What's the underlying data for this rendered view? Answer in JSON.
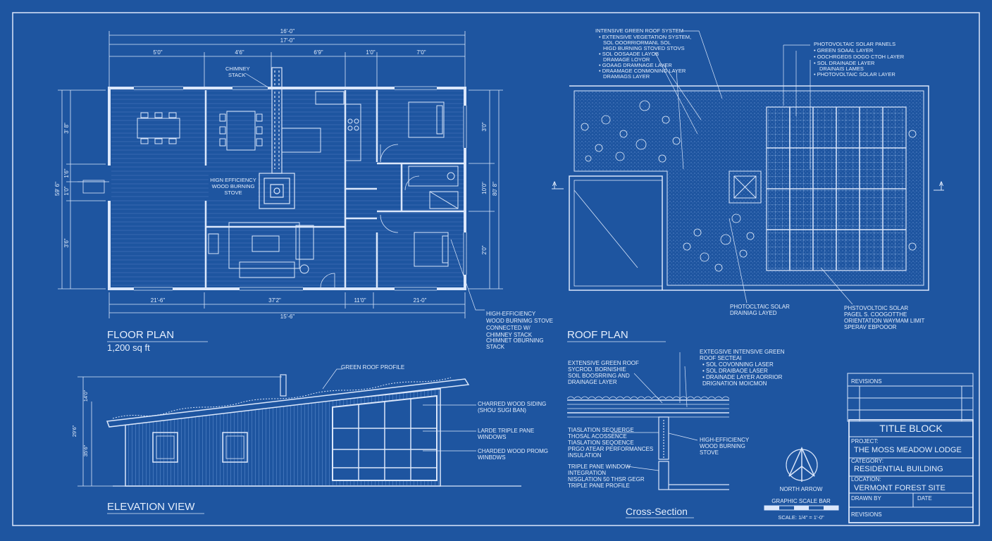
{
  "colors": {
    "background": "#1e55a0",
    "line": "#dbe7fb",
    "grid": "#3a6db3"
  },
  "floor_plan": {
    "title": "FLOOR PLAN",
    "area": "1,200 sq ft",
    "dim_overall_top": "16'-0\"",
    "dim_row2": "17'-0\"",
    "dims_top": [
      "5'0\"",
      "4'6\"",
      "6'9\"",
      "1'0\"",
      "7'0\""
    ],
    "dims_bottom": [
      "21'-6\"",
      "37'2\"",
      "11'0\"",
      "21-0\""
    ],
    "dim_overall_bottom": "15'-6\"",
    "dims_left": [
      "3' 8\"",
      "1'6\"",
      "1'0\"",
      "3'6\""
    ],
    "dim_left_outer": "59' 6\"",
    "dims_right": [
      "3'0\"",
      "10'0\"",
      "2'0\""
    ],
    "dim_right_outer": "80' 8\"",
    "label_chimney": [
      "CHIMNEY",
      "STACK"
    ],
    "label_stove": [
      "HIGN EFFICIENCY",
      "WOOD BURNING",
      "STOVE"
    ],
    "callout_stove": [
      "HIGH-EFFICIENCY",
      "WOOD BURNIMG STOVE",
      "CONNECTED W/",
      "CHIMNEY STACK",
      "CHIMNET OBURNING",
      "STACK"
    ]
  },
  "roof_plan": {
    "title": "ROOF PLAN",
    "label_a_left": "A",
    "label_a_right": "A",
    "callout_green_roof": [
      "INTENSIVE GREEN ROOF SYSTEM",
      "• EXTENSIVE VEGETATION SYSTEM,",
      "SOL OOORRIORMANL SOL",
      "HIGD BURNING STOVED STOVS",
      "• SOL OOSAADE LAYOB",
      "DRAMAGE LOYOR",
      "• GOAAG DRAMNAGE LAYER",
      "• DRAAMAGE CONMONING LAYER",
      "DRAMIAGS LAYER"
    ],
    "callout_solar": [
      "PHOTOVOLTAIC SOLAR PANELS",
      "• GREEN SOAAL LAYER",
      "• OOCHRGEDS DOGO CTOH LAYER",
      "• SOL DRAINADE LAYER",
      "DRAINAIS LAMES",
      "• PHOTOVOLTAIC SOLAR LAYER"
    ],
    "callout_bottom_left": [
      "PHOTOCLTAIC SOLAR",
      "DRAINIAG LAYED"
    ],
    "callout_bottom_right": [
      "PHSTOVOLTOIC SOLAR",
      "PAGEL S. COOGOTTHE",
      "ORIENTATION WAYMAM LIMIT",
      "SPERAV EBPOOOR"
    ]
  },
  "elevation": {
    "title": "ELEVATION VIEW",
    "label_green_roof": "GREEN ROOF PROFILE",
    "dims_left": [
      "14'0\"",
      "29'6\"",
      "35'6\""
    ],
    "callouts": [
      [
        "CHARRED WOOD SIDING",
        "(SHOU SUGI BAN)"
      ],
      [
        "LARDE TRIPLE PANE",
        "WINDOWS"
      ],
      [
        "CHARDED WOOD PROMG",
        "WINBDWS"
      ]
    ]
  },
  "cross_section": {
    "title": "Cross-Section",
    "callout_top_left": [
      "EXTENSIVE GREEN ROOF",
      "SYCROD. BORNISHIE",
      "SOIL BOOSRRING AND",
      "DRAINAGE LAYER"
    ],
    "callout_top_right": [
      "EXTEGSIVE INTENSIVE GREEN",
      "ROOF SECTEAI",
      "• SOL COVONNING LASER",
      "• SOL DRAIBAOE LASER",
      "• DRAINADE LAYER AORRIOR",
      "DRIGNATION MOICMON"
    ],
    "callout_mid": [
      "TIASLATION SEQUERGE",
      "THOSAL ACOSSENCE",
      "TIASLATION SEQOENCE",
      "PRGO ATEAR PERFORMANCES",
      "INSULATION"
    ],
    "callout_window": [
      "TRIPLE PANE WINDOW",
      "INTEGRATION",
      "NISGLATION 50 THSR GEGR",
      "TRIPLE PANE PROFILE"
    ],
    "callout_stove": [
      "HIGH-EFFICIENCY",
      "WOOD BURNING",
      "STOVE"
    ]
  },
  "north_arrow": {
    "label": "NORTH ARROW"
  },
  "scale_bar": {
    "label": "GRAPHIC SCALE BAR",
    "scale": "SCALE: 1/4\" = 1'-0\""
  },
  "title_block": {
    "revisions_top": "REVISIONS",
    "title": "TITLE BLOCK",
    "project_label": "PROJECT:",
    "project": "THE MOSS MEADOW LODGE",
    "category_label": "CATEGORY:",
    "category": "RESIDENTIAL BUILDING",
    "location_label": "LOCATION:",
    "location": "VERMONT FOREST SITE",
    "drawn_by_label": "DRAWN BY",
    "date_label": "DATE",
    "revisions_bottom": "REVISIONS"
  }
}
